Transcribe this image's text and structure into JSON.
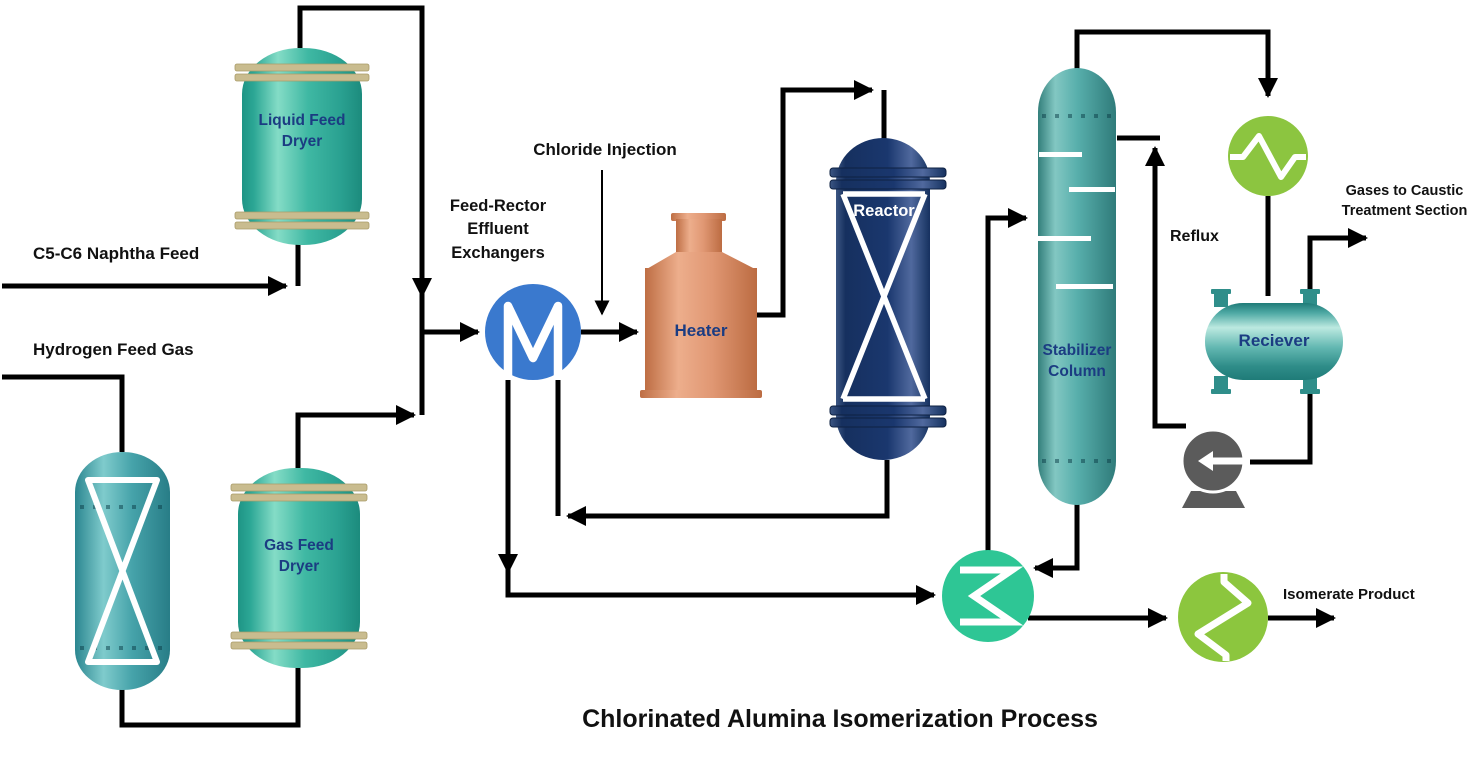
{
  "title": "Chlorinated Alumina Isomerization Process",
  "streams": {
    "naphtha_feed": "C5-C6 Naphtha Feed",
    "hydrogen_feed": "Hydrogen Feed Gas",
    "chloride_injection": "Chloride Injection",
    "reflux": "Reflux",
    "gases_to_caustic": "Gases to Caustic Treatment Section",
    "isomerate_product": "Isomerate Product"
  },
  "equipment": {
    "liquid_feed_dryer": {
      "label": "Liquid Feed Dryer"
    },
    "gas_feed_dryer": {
      "label": "Gas Feed Dryer"
    },
    "feed_effluent_exchangers": {
      "label": "Feed-Rector Effluent Exchangers",
      "icon": "m-exchanger-icon"
    },
    "heater": {
      "label": "Heater"
    },
    "reactor": {
      "label": "Reactor"
    },
    "stabilizer_column": {
      "label": "Stabilizer Column"
    },
    "receiver": {
      "label": "Reciever"
    },
    "overhead_condenser": {
      "icon": "zigzag-exchanger-icon"
    },
    "product_cooler": {
      "icon": "zigzag-exchanger-icon"
    },
    "feed_bottoms_exchanger": {
      "icon": "sigma-exchanger-icon"
    },
    "reflux_pump": {
      "icon": "pump-icon"
    }
  },
  "colors": {
    "pipe": "#000000",
    "vessel_teal": "#2FB5A0",
    "vessel_band_tan": "#C9BC8F",
    "reactor_navy": "#16305F",
    "heater_copper": "#DD9572",
    "exchanger_blue": "#3A79CE",
    "reboiler_green": "#2EC695",
    "cooler_green": "#8CC63E",
    "pump_gray": "#5B5B5B",
    "equipment_label_navy": "#1B3C82",
    "text_black": "#111111"
  }
}
